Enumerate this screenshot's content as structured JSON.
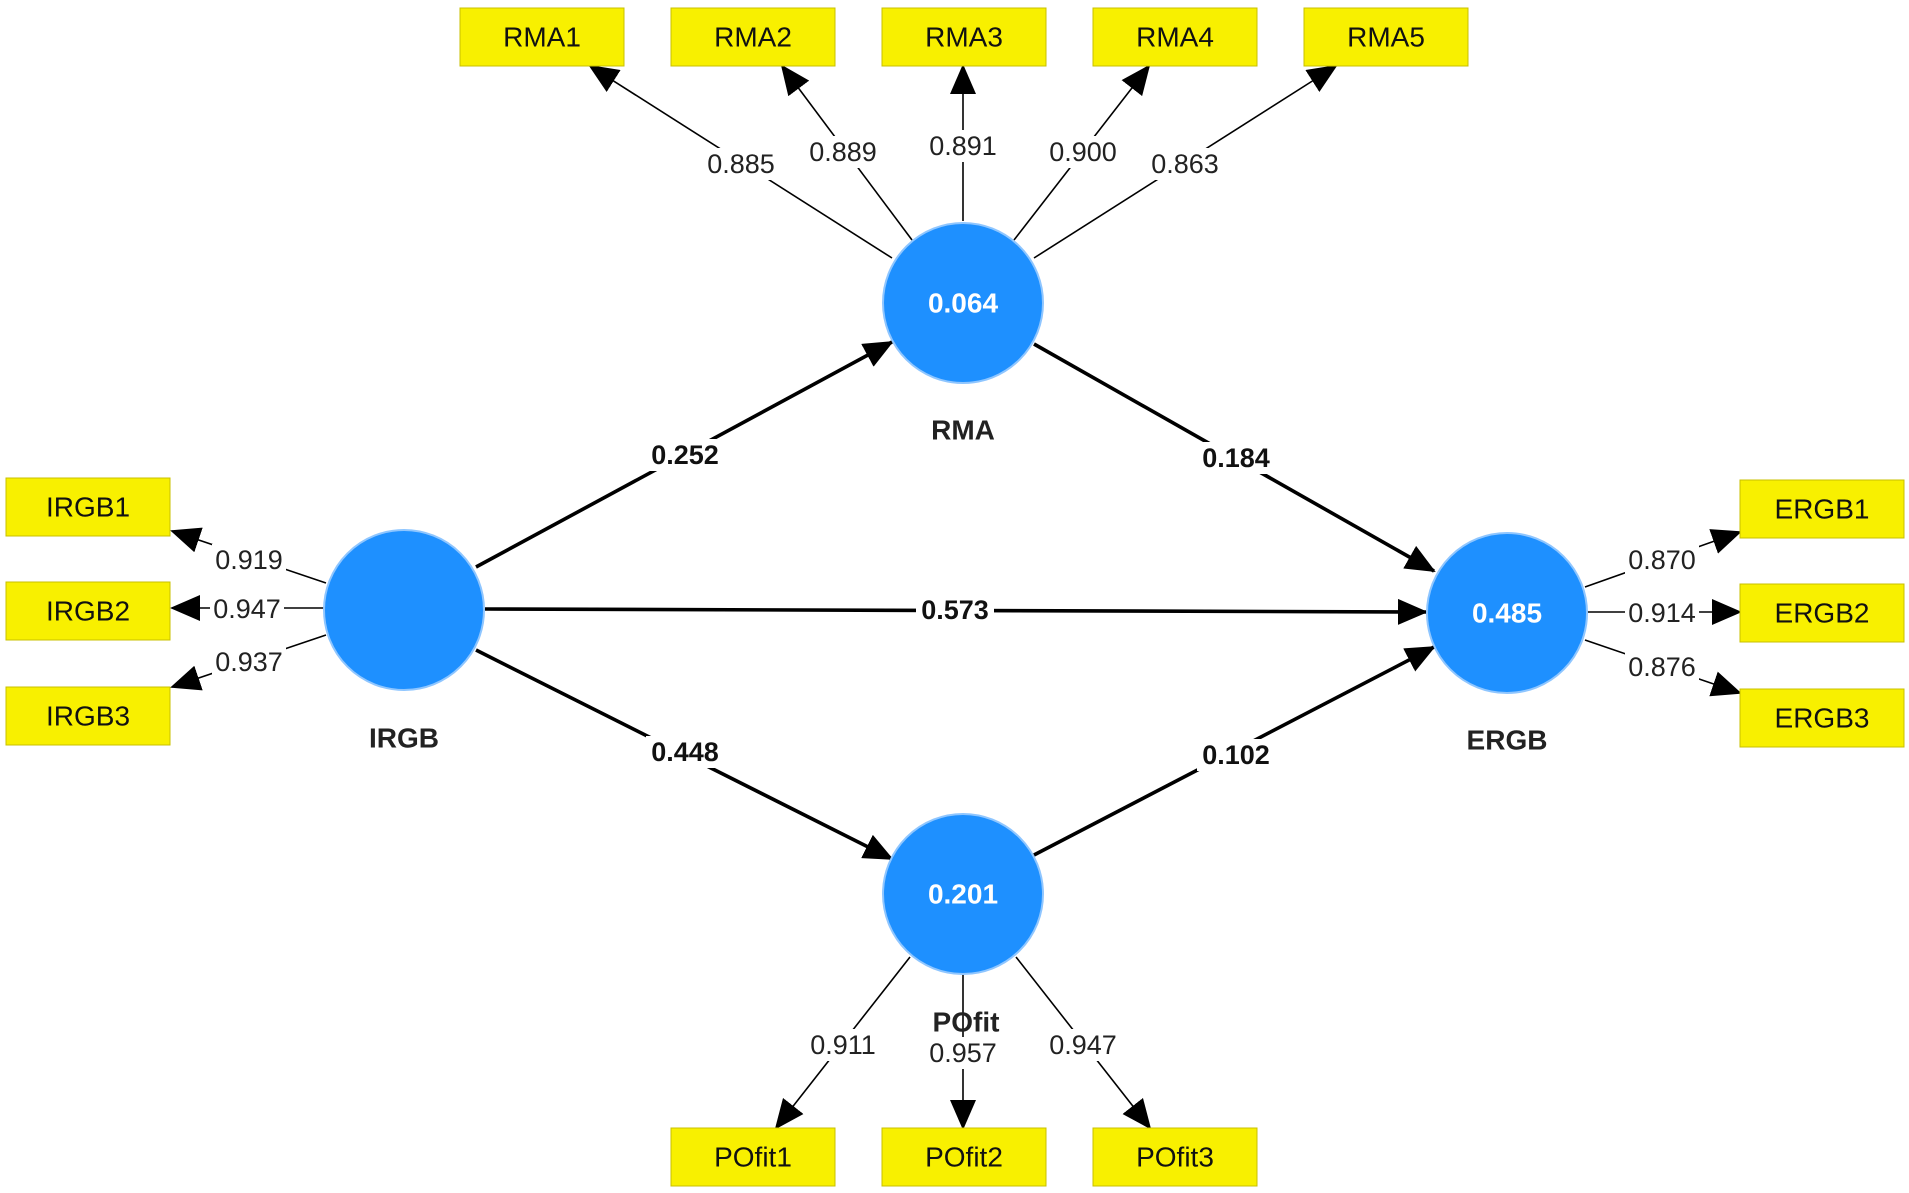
{
  "latents": [
    {
      "id": "RMA",
      "name": "RMA",
      "value": "0.064"
    },
    {
      "id": "IRGB",
      "name": "IRGB",
      "value": ""
    },
    {
      "id": "ERGB",
      "name": "ERGB",
      "value": "0.485"
    },
    {
      "id": "POfit",
      "name": "POfit",
      "value": "0.201"
    }
  ],
  "indicators": [
    {
      "id": "RMA1",
      "label": "RMA1"
    },
    {
      "id": "RMA2",
      "label": "RMA2"
    },
    {
      "id": "RMA3",
      "label": "RMA3"
    },
    {
      "id": "RMA4",
      "label": "RMA4"
    },
    {
      "id": "RMA5",
      "label": "RMA5"
    },
    {
      "id": "IRGB1",
      "label": "IRGB1"
    },
    {
      "id": "IRGB2",
      "label": "IRGB2"
    },
    {
      "id": "IRGB3",
      "label": "IRGB3"
    },
    {
      "id": "ERGB1",
      "label": "ERGB1"
    },
    {
      "id": "ERGB2",
      "label": "ERGB2"
    },
    {
      "id": "ERGB3",
      "label": "ERGB3"
    },
    {
      "id": "POfit1",
      "label": "POfit1"
    },
    {
      "id": "POfit2",
      "label": "POfit2"
    },
    {
      "id": "POfit3",
      "label": "POfit3"
    }
  ],
  "loadings": [
    {
      "latent": "RMA",
      "indicator": "RMA1",
      "value": "0.885"
    },
    {
      "latent": "RMA",
      "indicator": "RMA2",
      "value": "0.889"
    },
    {
      "latent": "RMA",
      "indicator": "RMA3",
      "value": "0.891"
    },
    {
      "latent": "RMA",
      "indicator": "RMA4",
      "value": "0.900"
    },
    {
      "latent": "RMA",
      "indicator": "RMA5",
      "value": "0.863"
    },
    {
      "latent": "IRGB",
      "indicator": "IRGB1",
      "value": "0.919"
    },
    {
      "latent": "IRGB",
      "indicator": "IRGB2",
      "value": "0.947"
    },
    {
      "latent": "IRGB",
      "indicator": "IRGB3",
      "value": "0.937"
    },
    {
      "latent": "ERGB",
      "indicator": "ERGB1",
      "value": "0.870"
    },
    {
      "latent": "ERGB",
      "indicator": "ERGB2",
      "value": "0.914"
    },
    {
      "latent": "ERGB",
      "indicator": "ERGB3",
      "value": "0.876"
    },
    {
      "latent": "POfit",
      "indicator": "POfit1",
      "value": "0.911"
    },
    {
      "latent": "POfit",
      "indicator": "POfit2",
      "value": "0.957"
    },
    {
      "latent": "POfit",
      "indicator": "POfit3",
      "value": "0.947"
    }
  ],
  "paths": [
    {
      "from": "IRGB",
      "to": "RMA",
      "value": "0.252"
    },
    {
      "from": "RMA",
      "to": "ERGB",
      "value": "0.184"
    },
    {
      "from": "IRGB",
      "to": "ERGB",
      "value": "0.573"
    },
    {
      "from": "IRGB",
      "to": "POfit",
      "value": "0.448"
    },
    {
      "from": "POfit",
      "to": "ERGB",
      "value": "0.102"
    }
  ]
}
